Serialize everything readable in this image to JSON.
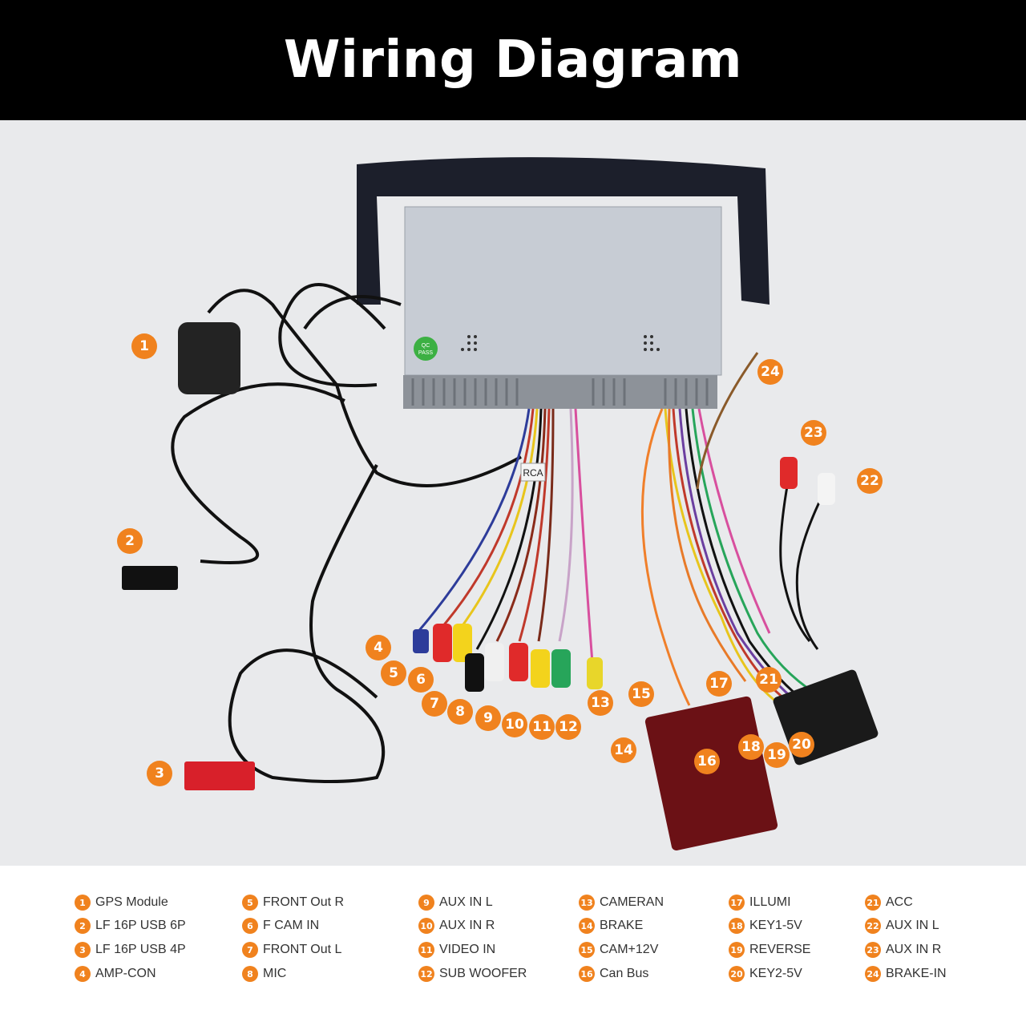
{
  "title": "Wiring Diagram",
  "unit_stickers": {
    "qc": "QC",
    "pass": "PASS",
    "rca": "RCA"
  },
  "colors": {
    "accent": "#f0821e",
    "header_bg": "#000000",
    "background": "#e9eaec"
  },
  "markers": [
    "1",
    "2",
    "3",
    "4",
    "5",
    "6",
    "7",
    "8",
    "9",
    "10",
    "11",
    "12",
    "13",
    "14",
    "15",
    "16",
    "17",
    "18",
    "19",
    "20",
    "21",
    "22",
    "23",
    "24"
  ],
  "legend": [
    {
      "num": "1",
      "label": "GPS Module"
    },
    {
      "num": "2",
      "label": "LF 16P USB 6P"
    },
    {
      "num": "3",
      "label": "LF 16P USB 4P"
    },
    {
      "num": "4",
      "label": "AMP-CON"
    },
    {
      "num": "5",
      "label": "FRONT Out R"
    },
    {
      "num": "6",
      "label": "F CAM IN"
    },
    {
      "num": "7",
      "label": "FRONT Out L"
    },
    {
      "num": "8",
      "label": "MIC"
    },
    {
      "num": "9",
      "label": "AUX IN L"
    },
    {
      "num": "10",
      "label": "AUX IN R"
    },
    {
      "num": "11",
      "label": "VIDEO IN"
    },
    {
      "num": "12",
      "label": "SUB WOOFER"
    },
    {
      "num": "13",
      "label": "CAMERAN"
    },
    {
      "num": "14",
      "label": "BRAKE"
    },
    {
      "num": "15",
      "label": "CAM+12V"
    },
    {
      "num": "16",
      "label": "Can Bus"
    },
    {
      "num": "17",
      "label": "ILLUMI"
    },
    {
      "num": "18",
      "label": "KEY1-5V"
    },
    {
      "num": "19",
      "label": "REVERSE"
    },
    {
      "num": "20",
      "label": "KEY2-5V"
    },
    {
      "num": "21",
      "label": "ACC"
    },
    {
      "num": "22",
      "label": "AUX IN L"
    },
    {
      "num": "23",
      "label": "AUX IN R"
    },
    {
      "num": "24",
      "label": "BRAKE-IN"
    }
  ]
}
